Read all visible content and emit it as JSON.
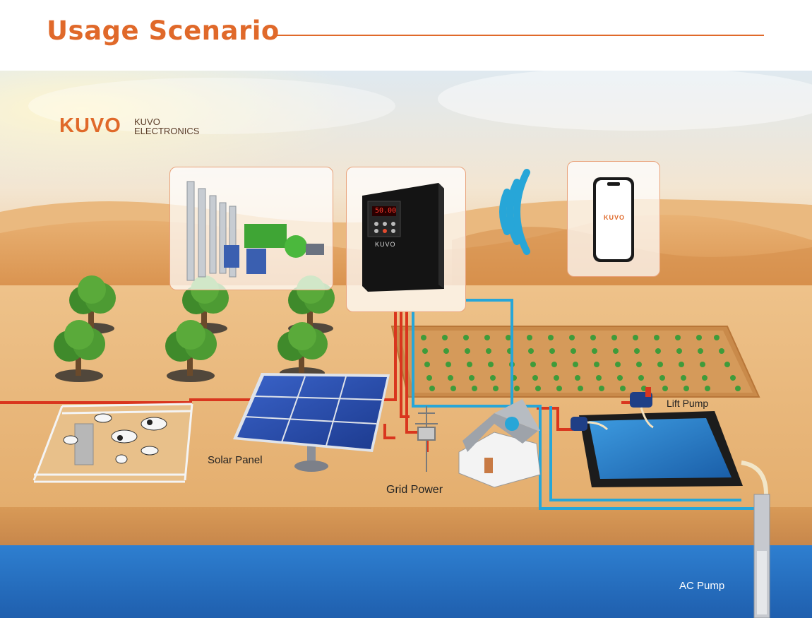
{
  "header": {
    "title": "Usage Scenario"
  },
  "brand": {
    "logo_text": "KUVO",
    "company_line1": "KUVO",
    "company_line2": "ELECTRONICS"
  },
  "products": {
    "vfd_brand": "KUVO",
    "vfd_display": "50.00",
    "phone_brand": "KUVO"
  },
  "labels": {
    "solar_panel": "Solar Panel",
    "grid_power": "Grid Power",
    "lift_pump": "Lift Pump",
    "ac_pump": "AC Pump"
  },
  "colors": {
    "accent": "#e0692a",
    "power_line": "#d9361e",
    "water_line": "#27a6d8",
    "sand": "#e8b06c",
    "water": "#2a73c4"
  },
  "icons": [
    "wifi-signal-icon",
    "solar-panel-icon",
    "house-icon",
    "transformer-icon",
    "tree-icon",
    "cow-icon",
    "pump-icon",
    "phone-icon"
  ]
}
